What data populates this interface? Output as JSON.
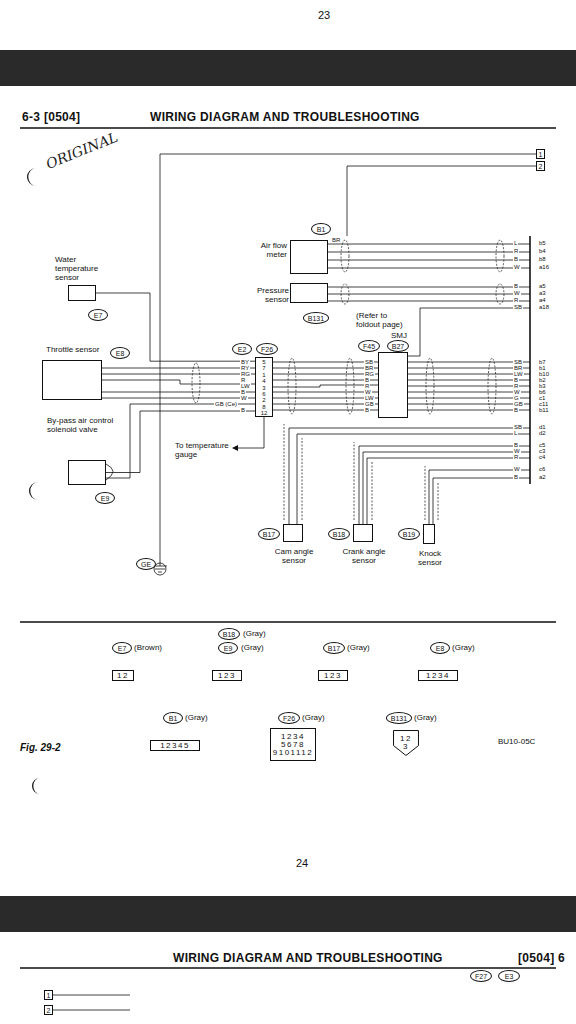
{
  "diagram": {
    "title": "WIRING DIAGRAM AND TROUBLESHOOTING",
    "nodes": [
      {
        "text": [
          "1"
        ]
      },
      {
        "text": [
          "2"
        ]
      },
      {
        "text": [
          "B1"
        ]
      },
      {
        "text": [
          "Air flow meter"
        ]
      },
      {
        "text": [
          "Pressure sensor"
        ]
      },
      {
        "text": [
          "B131"
        ]
      },
      {
        "text": [
          "Water temperature sensor"
        ]
      },
      {
        "text": [
          "E7"
        ]
      },
      {
        "text": [
          "Throttle sensor"
        ]
      },
      {
        "text": [
          "E8"
        ]
      },
      {
        "text": [
          "By-pass air control solenoid valve"
        ]
      },
      {
        "text": [
          "E9"
        ]
      },
      {
        "text": [
          "E2"
        ]
      },
      {
        "text": [
          "F26"
        ]
      },
      {
        "text": [
          "5",
          "7",
          "1",
          "4",
          "3",
          "6",
          "2",
          "8",
          "12"
        ]
      },
      {
        "text": [
          "F45"
        ]
      },
      {
        "text": [
          "B27"
        ]
      },
      {
        "text": [
          "SMJ"
        ]
      },
      {
        "text": [
          "B17"
        ]
      },
      {
        "text": [
          "Cam angle sensor"
        ]
      },
      {
        "text": [
          "B18"
        ]
      },
      {
        "text": [
          "Crank angle sensor"
        ]
      },
      {
        "text": [
          "B19"
        ]
      },
      {
        "text": [
          "Knock sensor"
        ]
      },
      {
        "text": [
          "GE"
        ]
      },
      {
        "text": [
          "E7"
        ]
      },
      {
        "text": [
          "12"
        ]
      },
      {
        "text": [
          "B18"
        ]
      },
      {
        "text": [
          "E9"
        ]
      },
      {
        "text": [
          "123"
        ]
      },
      {
        "text": [
          "B17"
        ]
      },
      {
        "text": [
          "123"
        ]
      },
      {
        "text": [
          "E8"
        ]
      },
      {
        "text": [
          "1234"
        ]
      },
      {
        "text": [
          "B1"
        ]
      },
      {
        "text": [
          "12345"
        ]
      },
      {
        "text": [
          "F26"
        ]
      },
      {
        "text": [
          "1234",
          "5678",
          "9101112"
        ]
      },
      {
        "text": [
          "B131"
        ]
      },
      {
        "text": [
          "12",
          "3"
        ]
      },
      {
        "text": [
          "1"
        ]
      },
      {
        "text": [
          "2"
        ]
      },
      {
        "text": [
          "F27"
        ]
      },
      {
        "text": [
          "E3"
        ]
      }
    ],
    "edges": [
      {
        "from": 6,
        "to": 14,
        "arrow": "none"
      },
      {
        "from": 8,
        "to": 14,
        "arrow": "none"
      },
      {
        "from": 10,
        "to": 14,
        "arrow": "none"
      },
      {
        "from": 14,
        "to": 17,
        "arrow": "none"
      }
    ],
    "labels": [
      "23",
      "6-3 [0504]",
      "ORIGINAL",
      "(Refer to foldout page)",
      "To temperature gauge",
      "(Brown)",
      "(Gray)",
      "(Gray)",
      "(Gray)",
      "(Gray)",
      "(Gray)",
      "(Gray)",
      "(Gray)",
      "Fig. 29-2",
      "BU10-05C",
      "24",
      "WIRING DIAGRAM AND TROUBLESHOOTING",
      "[0504] 6",
      "3",
      "5",
      "1",
      "4",
      "2",
      "3",
      "1",
      "2",
      "2",
      "1",
      "1",
      "4",
      "3",
      "2",
      "1",
      "2",
      "3",
      "BR",
      "L",
      "R",
      "B",
      "W",
      "B",
      "W",
      "R",
      "SB",
      "b5",
      "b4",
      "b8",
      "a16",
      "a5",
      "a3",
      "a4",
      "a18",
      "BY",
      "RY",
      "RG",
      "R",
      "LW",
      "B",
      "W",
      "GB (Ce)",
      "B",
      "SB",
      "BR",
      "RG",
      "B",
      "R",
      "W",
      "LW",
      "GB",
      "B",
      "SB",
      "BR",
      "LW",
      "B",
      "R",
      "W",
      "G",
      "GB",
      "B",
      "b7",
      "b1",
      "b10",
      "b2",
      "b3",
      "b6",
      "c1",
      "c11",
      "b11",
      "SB",
      "L",
      "B",
      "W",
      "R",
      "W",
      "B",
      "d1",
      "d2",
      "c5",
      "c3",
      "c4",
      "c6",
      "a2"
    ]
  }
}
